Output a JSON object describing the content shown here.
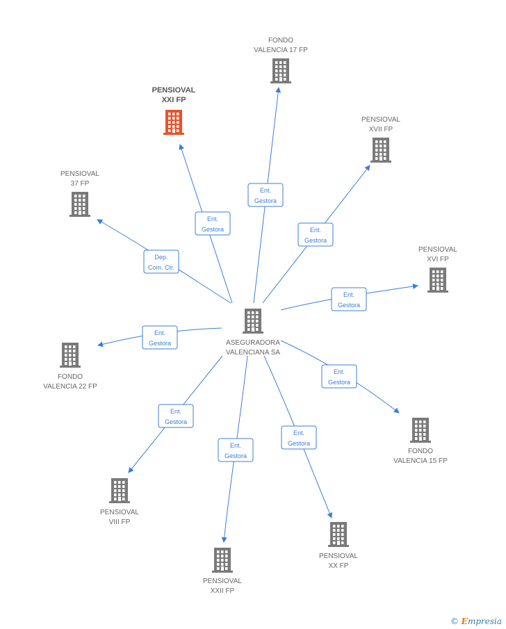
{
  "colors": {
    "edge": "#3b7dd8",
    "node": "#7a7a7a",
    "highlight": "#e8532a"
  },
  "center": {
    "name": "ASEGURADORA\nVALENCIANA SA"
  },
  "nodes": [
    {
      "id": "pensioval-xxi",
      "name": "PENSIOVAL\nXXI FP",
      "highlight": true
    },
    {
      "id": "fondo-valencia-17",
      "name": "FONDO\nVALENCIA 17 FP"
    },
    {
      "id": "pensioval-xvii",
      "name": "PENSIOVAL\nXVII FP"
    },
    {
      "id": "pensioval-37",
      "name": "PENSIOVAL\n37 FP"
    },
    {
      "id": "pensioval-xvi",
      "name": "PENSIOVAL\nXVI FP"
    },
    {
      "id": "fondo-valencia-22",
      "name": "FONDO\nVALENCIA 22 FP"
    },
    {
      "id": "fondo-valencia-15",
      "name": "FONDO\nVALENCIA 15 FP"
    },
    {
      "id": "pensioval-viii",
      "name": "PENSIOVAL\nVIII FP"
    },
    {
      "id": "pensioval-xx",
      "name": "PENSIOVAL\nXX FP"
    },
    {
      "id": "pensioval-xxii",
      "name": "PENSIOVAL\nXXII FP"
    }
  ],
  "edges": [
    {
      "target": "pensioval-xxi",
      "label": "Ent.\nGestora"
    },
    {
      "target": "fondo-valencia-17",
      "label": "Ent.\nGestora"
    },
    {
      "target": "pensioval-xvii",
      "label": "Ent.\nGestora"
    },
    {
      "target": "pensioval-37",
      "label": "Dep.\nCom. Ctr."
    },
    {
      "target": "pensioval-xvi",
      "label": "Ent.\nGestora"
    },
    {
      "target": "fondo-valencia-22",
      "label": "Ent.\nGestora"
    },
    {
      "target": "fondo-valencia-15",
      "label": "Ent.\nGestora"
    },
    {
      "target": "pensioval-viii",
      "label": "Ent.\nGestora"
    },
    {
      "target": "pensioval-xx",
      "label": "Ent.\nGestora"
    },
    {
      "target": "pensioval-xxii",
      "label": "Ent.\nGestora"
    }
  ],
  "footer": {
    "copyright": "©",
    "brand_initial": "E",
    "brand_rest": "mpresia"
  }
}
